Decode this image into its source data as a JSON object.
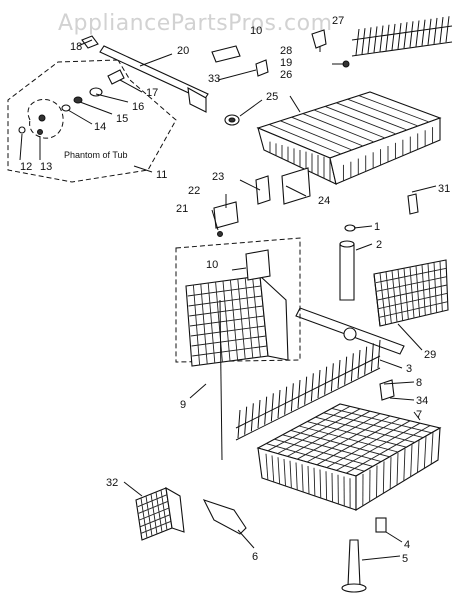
{
  "watermark": "AppliancePartsPros.com",
  "annotation": "Phantom of Tub",
  "callouts": {
    "c1": "1",
    "c2": "2",
    "c3": "3",
    "c4": "4",
    "c5": "5",
    "c6": "6",
    "c7": "7",
    "c8": "8",
    "c9": "9",
    "c10a": "10",
    "c10b": "10",
    "c11": "11",
    "c12": "12",
    "c13": "13",
    "c14": "14",
    "c15": "15",
    "c16": "16",
    "c17": "17",
    "c18": "18",
    "c19": "19",
    "c20": "20",
    "c21": "21",
    "c22": "22",
    "c23": "23",
    "c24": "24",
    "c25": "25",
    "c26": "26",
    "c27": "27",
    "c28": "28",
    "c29": "29",
    "c31": "31",
    "c32": "32",
    "c33": "33",
    "c34": "34"
  }
}
